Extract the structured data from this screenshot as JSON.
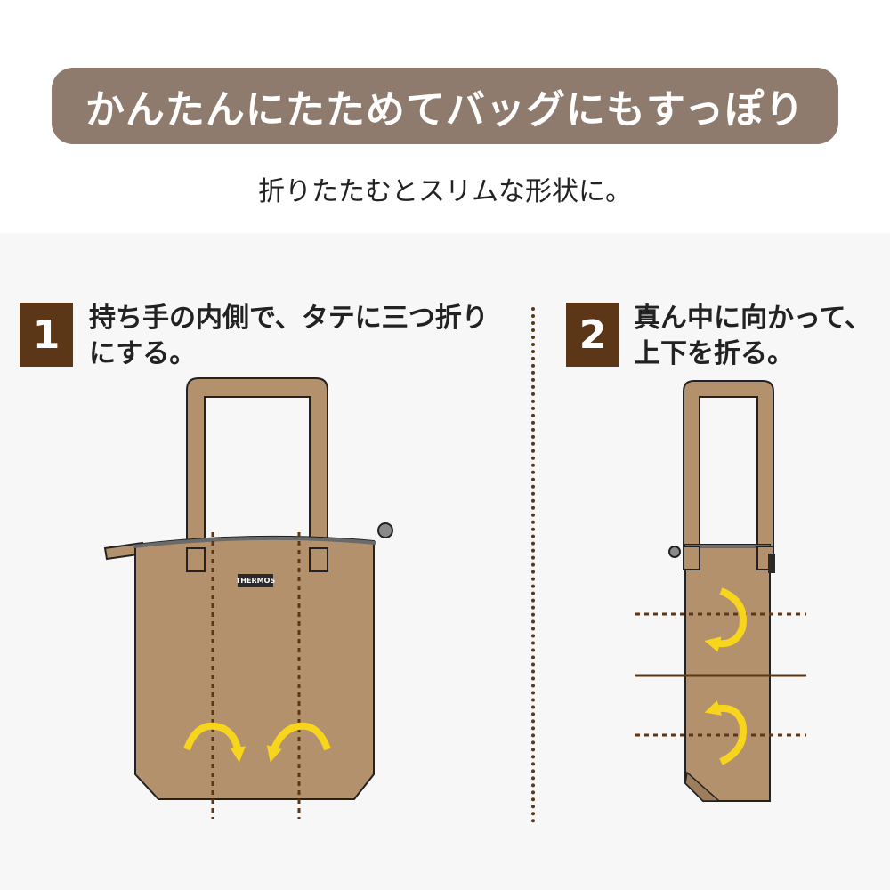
{
  "banner": {
    "title": "かんたんにたためてバッグにもすっぽり"
  },
  "subtitle": "折りたたむとスリムな形状に。",
  "steps": [
    {
      "number": "1",
      "line1": "持ち手の内側で、タテに三つ折り",
      "line2": "にする。"
    },
    {
      "number": "2",
      "line1": "真ん中に向かって、",
      "line2": "上下を折る。"
    }
  ],
  "brand_label": "THERMOS",
  "colors": {
    "banner": "#8f7b6e",
    "step_badge": "#5b3617",
    "bag": "#b3916d",
    "handle": "#b3916d",
    "arrow": "#f7d51c",
    "fold_line": "#5b3617"
  }
}
